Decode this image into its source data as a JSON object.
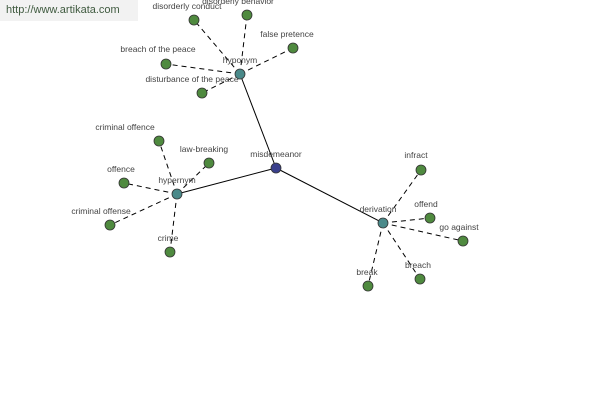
{
  "banner": {
    "url": "http://www.artikata.com"
  },
  "colors": {
    "root": "#3a3f8c",
    "relation": "#4a8a8a",
    "leaf": "#4f8a3f",
    "banner_bg": "#f2f2f2"
  },
  "graph": {
    "root": {
      "id": "root",
      "label": "misdemeanor"
    },
    "relations": [
      {
        "id": "hyponym",
        "label": "hyponym",
        "terms": [
          "disorderly conduct",
          "disorderly behavior",
          "false pretence",
          "breach of the peace",
          "disturbance of the peace"
        ]
      },
      {
        "id": "hypernym",
        "label": "hypernym",
        "terms": [
          "criminal offence",
          "law-breaking",
          "offence",
          "criminal offense",
          "crime"
        ]
      },
      {
        "id": "derivation",
        "label": "derivation",
        "terms": [
          "infract",
          "offend",
          "go against",
          "breach",
          "break"
        ]
      }
    ]
  }
}
